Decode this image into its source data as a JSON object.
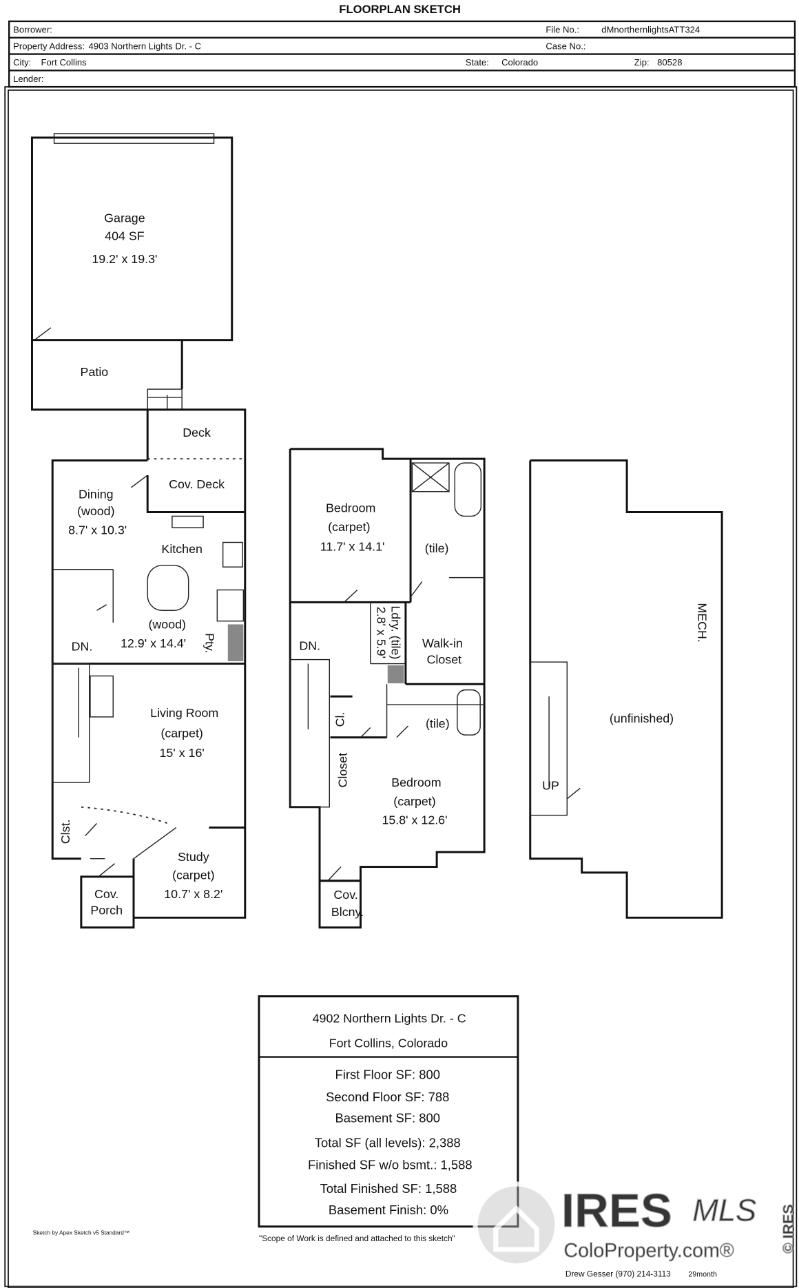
{
  "title": "FLOORPLAN SKETCH",
  "header": {
    "borrower_label": "Borrower:",
    "borrower": "",
    "file_label": "File No.:",
    "file": "dMnorthernlightsATT324",
    "address_label": "Property Address:",
    "address": "4903 Northern Lights Dr. - C",
    "case_label": "Case No.:",
    "case": "",
    "city_label": "City:",
    "city": "Fort Collins",
    "state_label": "State:",
    "state": "Colorado",
    "zip_label": "Zip:",
    "zip": "80528",
    "lender_label": "Lender:",
    "lender": ""
  },
  "first_floor": {
    "garage": "Garage",
    "garage_sf": "404 SF",
    "garage_dim": "19.2' x 19.3'",
    "patio": "Patio",
    "deck": "Deck",
    "cov_deck": "Cov. Deck",
    "dining": "Dining",
    "dining_floor": "(wood)",
    "dining_dim": "8.7' x 10.3'",
    "kitchen": "Kitchen",
    "kitchen_floor": "(wood)",
    "kitchen_dim": "12.9' x 14.4'",
    "pantry": "Pty.",
    "dn": "DN.",
    "living": "Living Room",
    "living_floor": "(carpet)",
    "living_dim": "15' x 16'",
    "closet": "Clst.",
    "porch1": "Cov.",
    "porch2": "Porch",
    "study": "Study",
    "study_floor": "(carpet)",
    "study_dim": "10.7' x 8.2'"
  },
  "second_floor": {
    "bed1": "Bedroom",
    "bed1_floor": "(carpet)",
    "bed1_dim": "11.7' x 14.1'",
    "bath1": "(tile)",
    "laundry": "Ldry. (tile)",
    "laundry_dim": "2.8' x 5.9'",
    "walkin1": "Walk-in",
    "walkin2": "Closet",
    "dn": "DN.",
    "cl": "Cl.",
    "bath2": "(tile)",
    "closet": "Closet",
    "bed2": "Bedroom",
    "bed2_floor": "(carpet)",
    "bed2_dim": "15.8' x 12.6'",
    "balcony1": "Cov.",
    "balcony2": "Blcny."
  },
  "basement": {
    "mech": "MECH.",
    "unfinished": "(unfinished)",
    "up": "UP"
  },
  "summary": {
    "address1": "4902 Northern Lights Dr. - C",
    "address2": "Fort Collins, Colorado",
    "lines": [
      "First Floor SF: 800",
      "Second Floor SF: 788",
      "Basement SF: 800",
      "Total SF (all levels): 2,388",
      "Finished SF w/o bsmt.: 1,588",
      "Total Finished SF: 1,588",
      "Basement Finish: 0%"
    ]
  },
  "footer": {
    "sketch_by": "Sketch by Apex Sketch v5 Standard™",
    "scope": "\"Scope of Work is defined and attached to this sketch\"",
    "agent": "Drew Gesser (970) 214-3113",
    "agent2": "29month",
    "watermark": "IRES",
    "watermark2": "MLS",
    "watermark_site": "ColoProperty.com®",
    "watermark_side": "© IRES"
  }
}
